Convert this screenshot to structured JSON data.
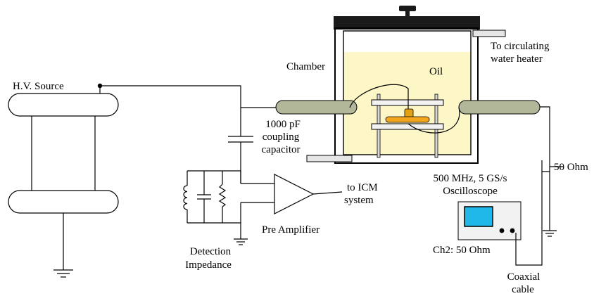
{
  "labels": {
    "hv_source": "H.V. Source",
    "chamber": "Chamber",
    "oil": "Oil",
    "to_circulating_1": "To circulating",
    "to_circulating_2": "water heater",
    "coupling_1": "1000 pF",
    "coupling_2": "coupling",
    "coupling_3": "capacitor",
    "osc_1": "500 MHz, 5 GS/s",
    "osc_2": "Oscilloscope",
    "fifty_ohm": "50 Ohm",
    "to_icm_1": "to ICM",
    "to_icm_2": "system",
    "pre_amp": "Pre Amplifier",
    "detection_1": "Detection",
    "detection_2": "Impedance",
    "ch2": "Ch2: 50 Ohm",
    "coaxial_1": "Coaxial",
    "coaxial_2": "cable"
  },
  "colors": {
    "oil": "#fdf7c8",
    "bushing": "#b3b79a",
    "sample": "#f4a71d",
    "sample_top": "#e3a216",
    "rod": "#d9d9d9",
    "screen": "#20b8e8",
    "scope": "#f2f2f2"
  }
}
